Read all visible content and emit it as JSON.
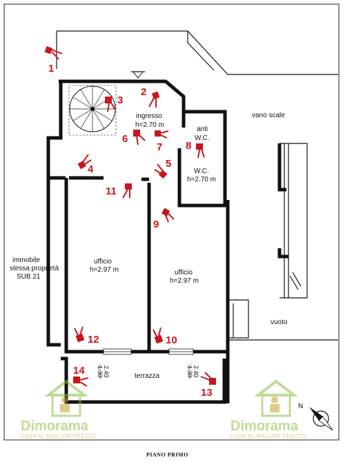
{
  "rooms": {
    "ingresso": {
      "name": "ingresso",
      "height": "h=2.70 m"
    },
    "anti_wc": {
      "line1": "anti",
      "line2": "W.C."
    },
    "wc": {
      "name": "W.C.",
      "height": "h=2.70 m"
    },
    "vano_scale": "vano scale",
    "ufficio_left": {
      "name": "ufficio",
      "height": "h=2.97 m"
    },
    "ufficio_right": {
      "name": "ufficio",
      "height": "h=2.97 m"
    },
    "immobile": {
      "line1": "immobile",
      "line2": "stessa proprietà",
      "line3": "SUB 21"
    },
    "vuoto": "vuoto",
    "terrazza": "terrazza"
  },
  "windows": [
    {
      "top": "2.40",
      "bottom": "1.30"
    },
    {
      "top": "2.40",
      "bottom": "1.30"
    }
  ],
  "cameras": [
    "1",
    "2",
    "3",
    "4",
    "5",
    "6",
    "7",
    "8",
    "9",
    "10",
    "11",
    "12",
    "13",
    "14"
  ],
  "brand": {
    "name": "Dimorama",
    "tagline": "CASA AL MIGLIOR PREZZO"
  },
  "compass": {
    "label": "N"
  },
  "footer": "PIANO PRIMO",
  "colors": {
    "marker": "#c8161d",
    "brand_green": "#8cbf3f",
    "brand_gold": "#c9a227"
  }
}
